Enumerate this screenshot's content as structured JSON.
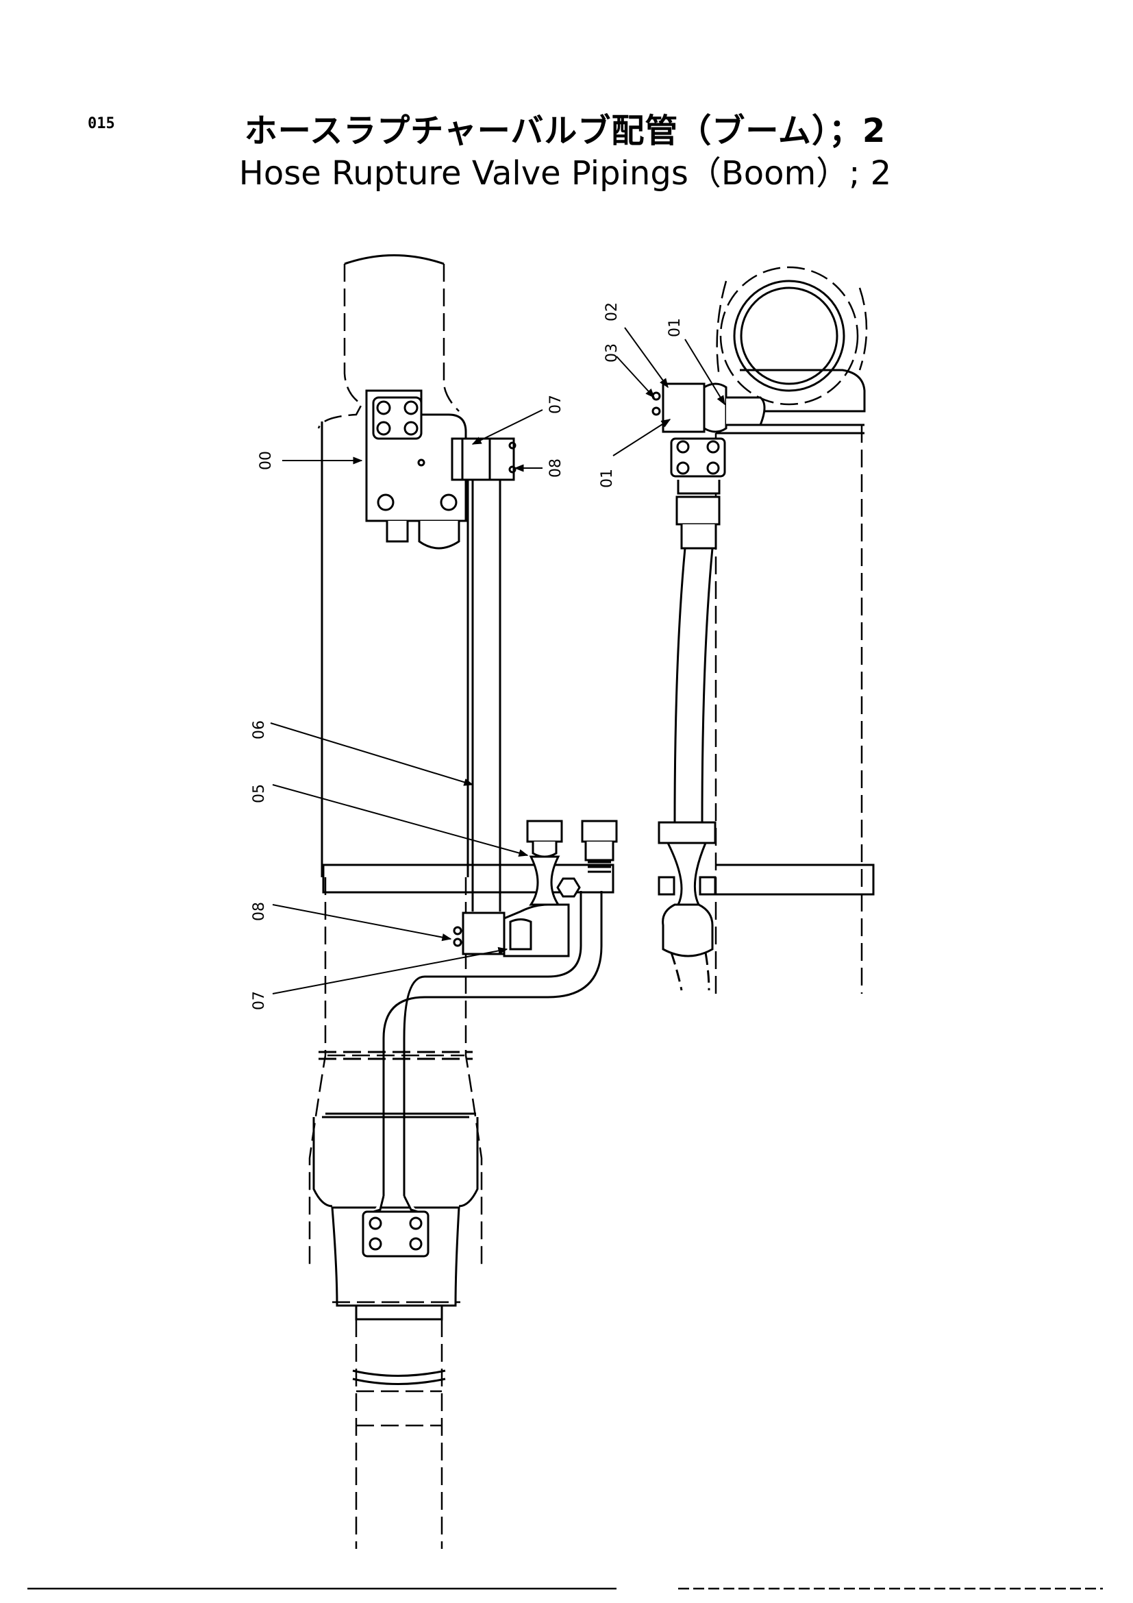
{
  "page": {
    "number": "015"
  },
  "title": {
    "japanese": "ホースラプチャーバルブ配管（ブーム）；2",
    "english": "Hose  Rupture  Valve  Pipings（Boom）; 2"
  },
  "callouts": {
    "c00": "00",
    "c07_top": "07",
    "c08_top": "08",
    "c06": "06",
    "c05": "05",
    "c08_bottom": "08",
    "c07_bottom": "07",
    "c02": "02",
    "c03": "03",
    "c01_top": "01",
    "c01_bottom": "01"
  }
}
